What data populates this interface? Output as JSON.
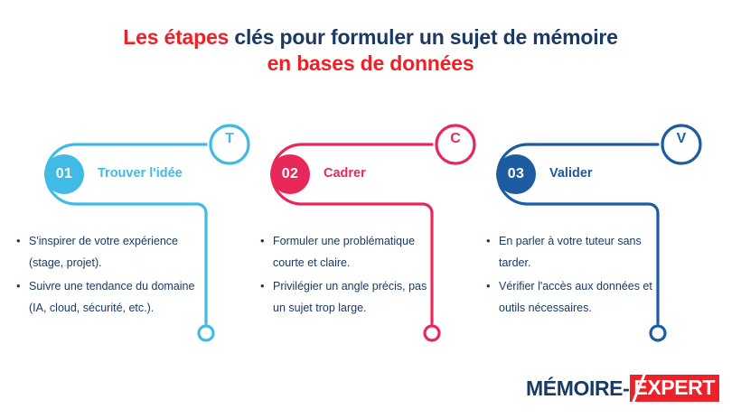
{
  "title": {
    "line1_highlight": "Les étapes",
    "line1_rest": " clés pour formuler un sujet de mémoire",
    "line2": "en bases de données"
  },
  "colors": {
    "red": "#ed2127",
    "navy": "#1b3a63",
    "step1": "#3fbbe5",
    "step2": "#e8275a",
    "step3": "#1d5ca0",
    "background": "#ffffff"
  },
  "steps": [
    {
      "number": "01",
      "badge_letter": "T",
      "heading": "Trouver l'idée",
      "color": "#3fbbe5",
      "bullets": [
        "S'inspirer de votre expérience (stage, projet).",
        "Suivre une tendance du domaine (IA, cloud, sécurité, etc.)."
      ]
    },
    {
      "number": "02",
      "badge_letter": "C",
      "heading": "Cadrer",
      "color": "#e8275a",
      "bullets": [
        "Formuler une problématique courte et claire.",
        "Privilégier un angle précis, pas un sujet trop large."
      ]
    },
    {
      "number": "03",
      "badge_letter": "V",
      "heading": "Valider",
      "color": "#1d5ca0",
      "bullets": [
        "En parler à votre tuteur sans tarder.",
        "Vérifier l'accès aux données et outils nécessaires."
      ]
    }
  ],
  "logo": {
    "word": "MÉMOIRE-",
    "boxed": "EXPERT"
  }
}
